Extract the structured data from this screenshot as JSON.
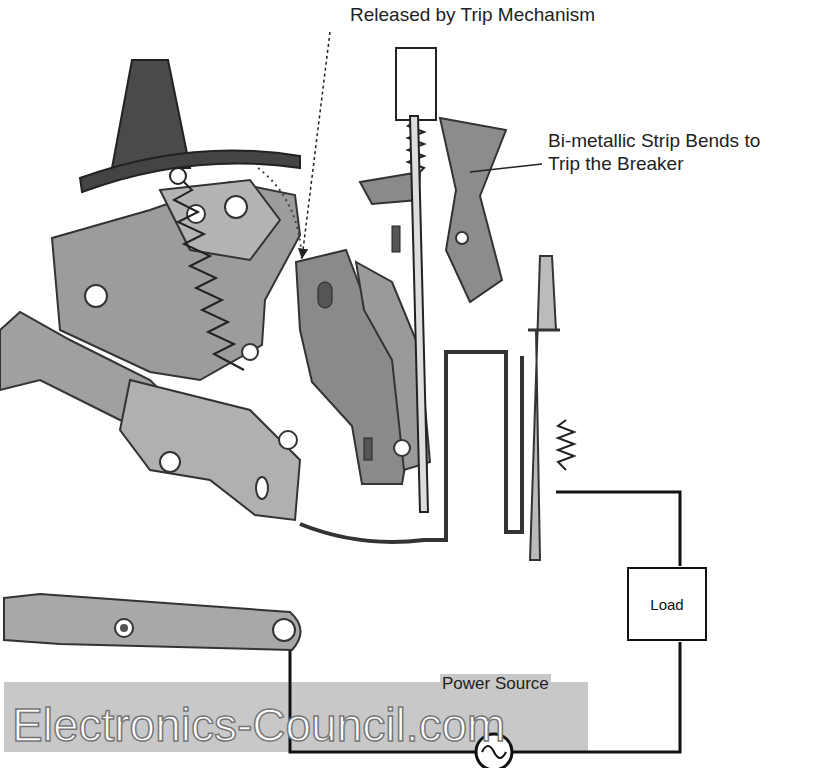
{
  "diagram": {
    "nodes": [
      {
        "text": [
          "Load"
        ]
      }
    ],
    "labels": [
      "Released by Trip Mechanism",
      "Bi-metallic Strip Bends to Trip the Breaker",
      "Power Source",
      "Electronics-Council.com"
    ]
  }
}
